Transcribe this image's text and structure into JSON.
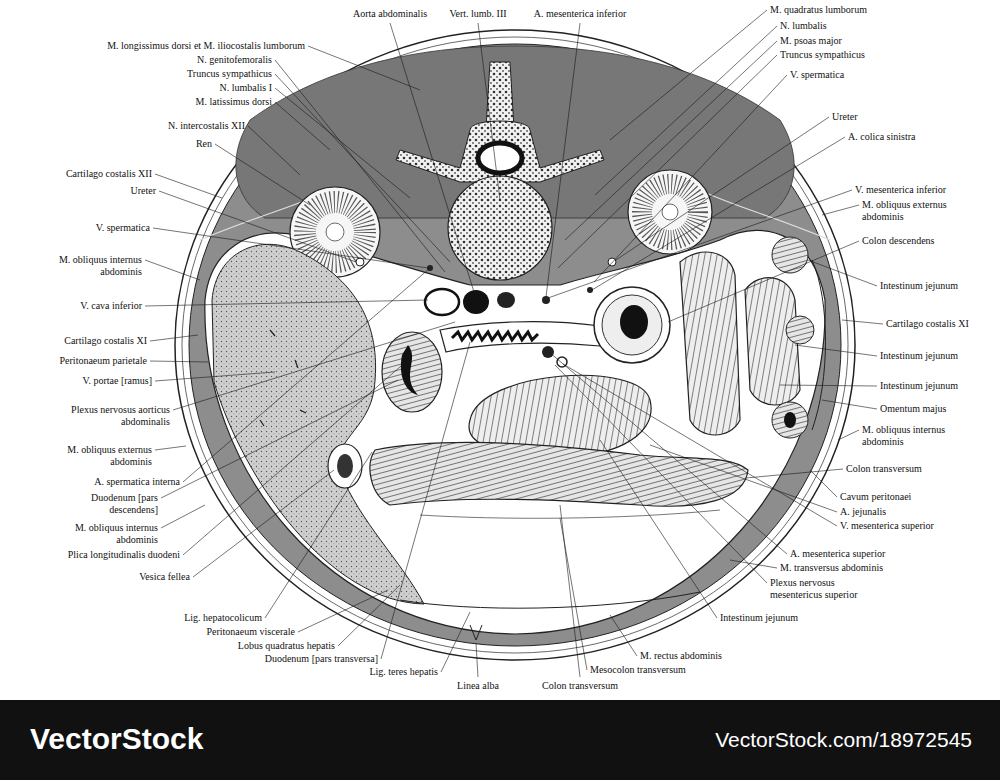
{
  "diagram": {
    "labels": [
      "Aorta abdominalis",
      "Vert. lumb. III",
      "A. mesenterica inferior",
      "M. longissimus dorsi et M. iliocostalis lumborum",
      "N. genitofemoralis",
      "Truncus sympathicus",
      "N. lumbalis I",
      "M. latissimus dorsi",
      "N. intercostalis XII",
      "Ren",
      "Cartilago costalis XII",
      "Ureter",
      "V. spermatica",
      "M. obliquus internus abdominis",
      "V. cava inferior",
      "Cartilago costalis XI",
      "Peritonaeum parietale",
      "V. portae [ramus]",
      "Plexus nervosus aorticus abdominalis",
      "M. obliquus externus abdominis",
      "A. spermatica interna",
      "Duodenum [pars descendens]",
      "M. obliquus internus abdominis",
      "Plica longitudinalis duodeni",
      "Vesica fellea",
      "Lig. hepatocolicum",
      "Peritonaeum viscerale",
      "Lobus quadratus hepatis",
      "Duodenum [pars transversa]",
      "Lig. teres hepatis",
      "Linea alba",
      "Colon transversum",
      "Mesocolon transversum",
      "M. rectus abdominis",
      "Intestinum jejunum",
      "Plexus nervosus mesentericus superior",
      "M. transversus abdominis",
      "A. mesenterica superior",
      "M. quadratus lumborum",
      "N. lumbalis",
      "M. psoas major",
      "Truncus sympathicus",
      "V. spermatica",
      "Ureter",
      "A. colica sinistra",
      "V. mesenterica inferior",
      "M. obliquus externus abdominis",
      "Colon descendens",
      "Intestinum jejunum",
      "Cartilago costalis XI",
      "Intestinum jejunum",
      "Intestinum jejunum",
      "Omentum majus",
      "M. obliquus internus abdominis",
      "Colon transversum",
      "Cavum peritonaei",
      "A. jejunalis",
      "V. mesenterica superior",
      "VectorStock",
      "VectorStock.com/18972545"
    ]
  }
}
